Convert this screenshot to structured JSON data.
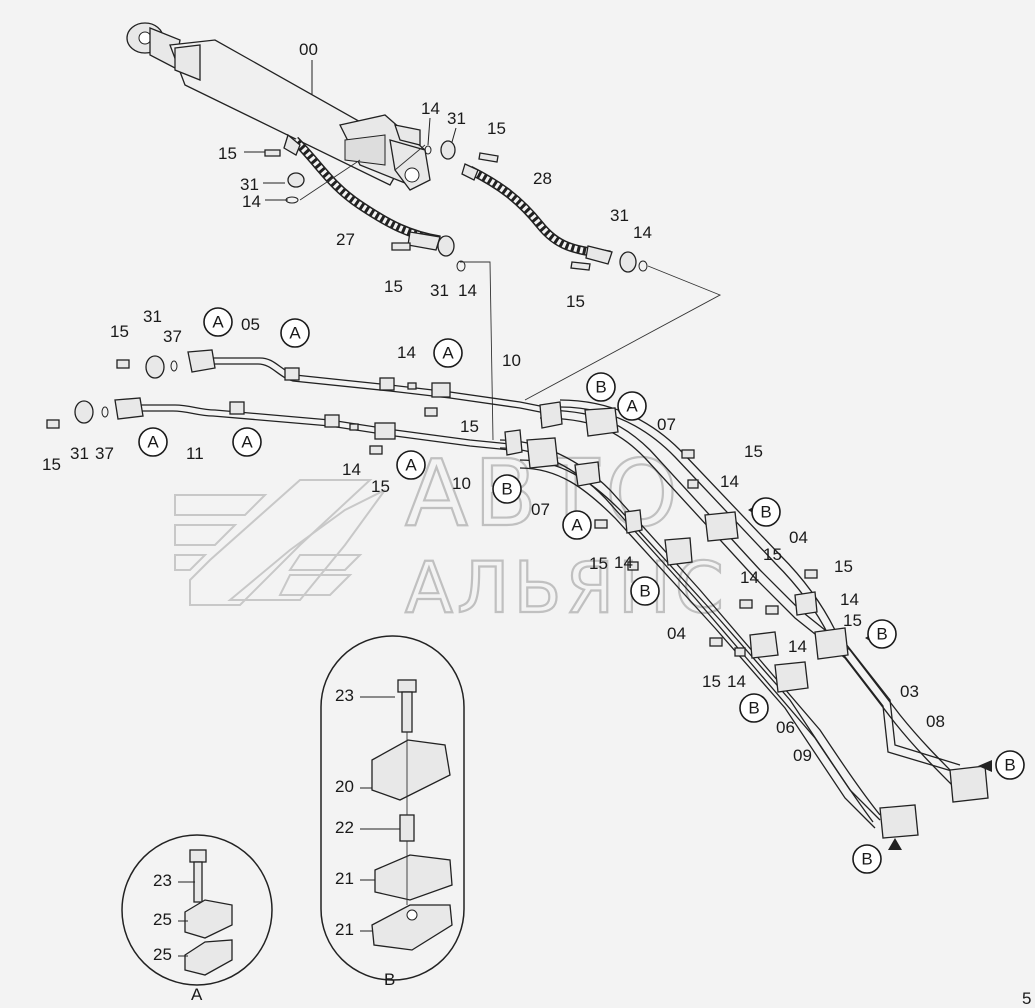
{
  "watermark": {
    "line1": "АВТО",
    "line2": "АЛЬЯНС"
  },
  "callouts": [
    {
      "text": "A"
    },
    {
      "text": "A"
    },
    {
      "text": "A"
    },
    {
      "text": "A"
    },
    {
      "text": "A"
    },
    {
      "text": "A"
    },
    {
      "text": "A"
    },
    {
      "text": "A"
    },
    {
      "text": "B"
    },
    {
      "text": "B"
    },
    {
      "text": "B"
    },
    {
      "text": "B"
    },
    {
      "text": "B"
    },
    {
      "text": "B"
    },
    {
      "text": "B"
    },
    {
      "text": "B"
    }
  ],
  "labels": [
    "00",
    "14",
    "31",
    "15",
    "15",
    "31",
    "14",
    "27",
    "28",
    "31",
    "14",
    "15",
    "31",
    "14",
    "15",
    "15",
    "31",
    "37",
    "05",
    "14",
    "10",
    "15",
    "31",
    "37",
    "11",
    "15",
    "14",
    "15",
    "10",
    "07",
    "07",
    "15",
    "14",
    "04",
    "15",
    "14",
    "15",
    "15",
    "14",
    "14",
    "15",
    "14",
    "04",
    "15",
    "14",
    "03",
    "06",
    "08",
    "09",
    "23",
    "20",
    "22",
    "21",
    "21",
    "23",
    "25",
    "25"
  ],
  "detail_labels": {
    "a": "A",
    "b": "B"
  },
  "corner_mark": "5"
}
